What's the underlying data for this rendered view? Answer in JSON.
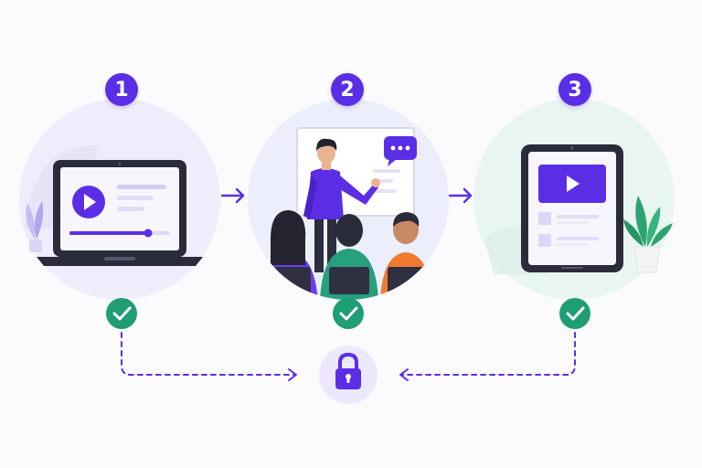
{
  "steps": [
    {
      "number": "1",
      "scene": "laptop-video"
    },
    {
      "number": "2",
      "scene": "classroom-presentation"
    },
    {
      "number": "3",
      "scene": "tablet-video"
    }
  ],
  "colors": {
    "accent": "#5b2ee6",
    "check": "#1f9d74",
    "lock_bg": "#ece8fb",
    "circle_bg_1": "#efedfb",
    "circle_bg_2": "#eceefb",
    "circle_bg_3": "#e8f5f0"
  },
  "icons": [
    "play-icon",
    "speech-bubble-icon",
    "check-icon",
    "lock-icon",
    "arrow-right-icon",
    "plant-icon"
  ]
}
